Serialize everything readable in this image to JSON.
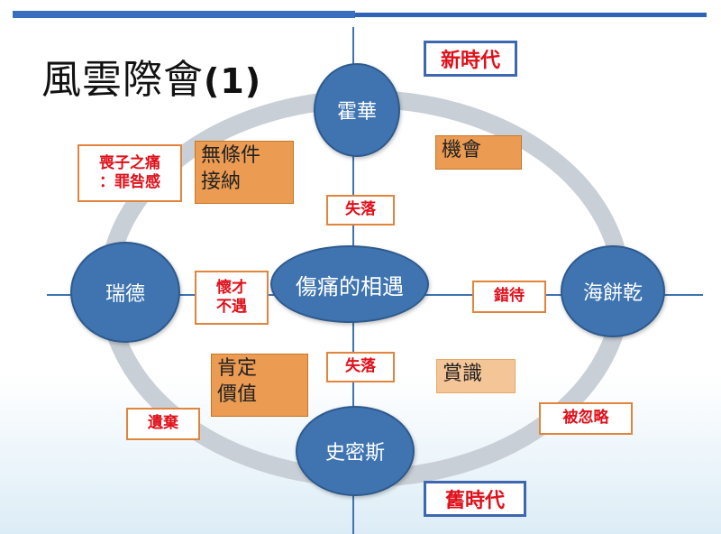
{
  "title": {
    "text": "風雲際會",
    "number": "(1)"
  },
  "nodes": {
    "top": "霍華",
    "left": "瑞德",
    "right": "海餅乾",
    "bottom": "史密斯",
    "center": "傷痛的相遇"
  },
  "eras": {
    "new": "新時代",
    "old": "舊時代"
  },
  "labels": {
    "loss_of_son": "喪子之痛\n：罪咎感",
    "lost_top": "失落",
    "unrecognized": "懷才\n不遇",
    "mistreated": "錯待",
    "lost_bottom": "失落",
    "abandoned": "遺棄",
    "ignored": "被忽略",
    "unconditional_acceptance": "無條件\n接納",
    "opportunity": "機會",
    "affirm_value": "肯定\n價值",
    "appreciation": "賞識"
  },
  "colors": {
    "node_fill": "#3f74b1",
    "ring": "#c9cfd6",
    "red_text": "#e0101a",
    "orange_fill": "#eb9b52",
    "era_border": "#3d67b0"
  }
}
